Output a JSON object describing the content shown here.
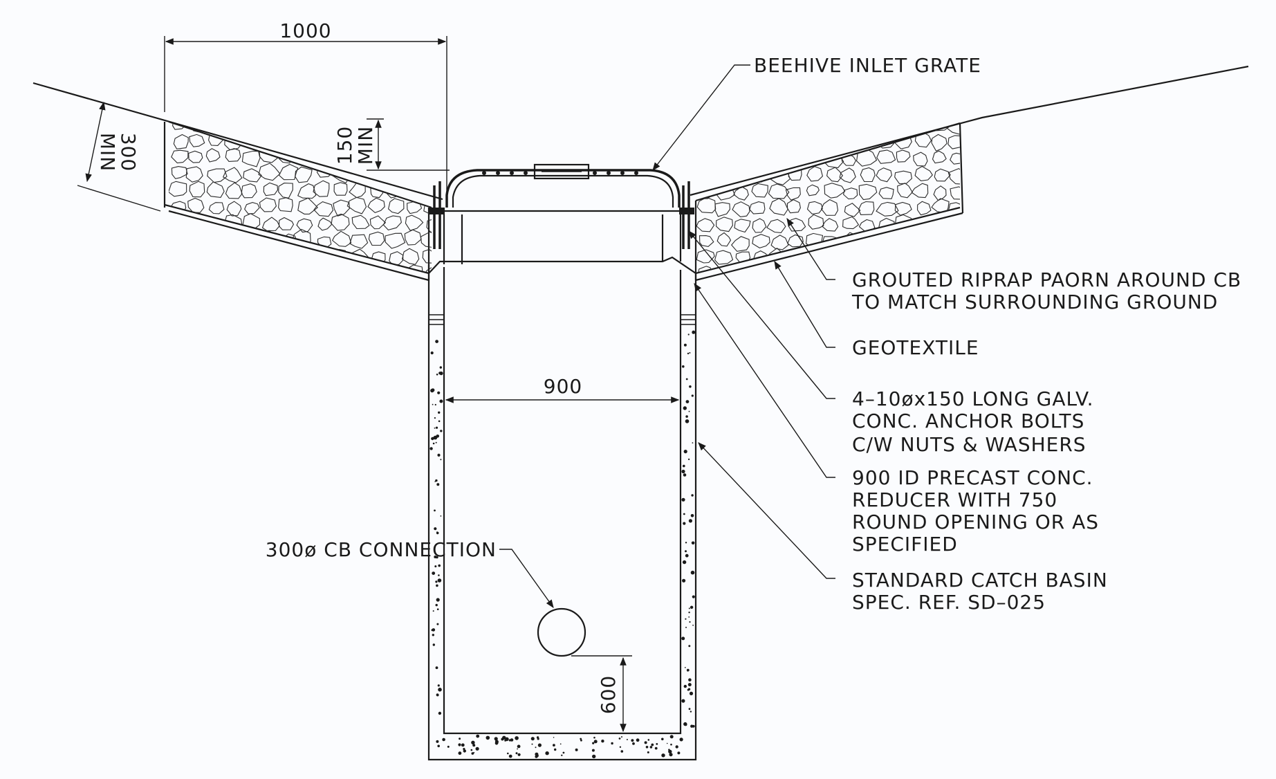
{
  "colors": {
    "background": "#fbfcfe",
    "ink": "#1a1a1a"
  },
  "dimensions": {
    "width_1000": "1000",
    "height_150": "150",
    "min_a": "MIN",
    "depth_300": "300",
    "min_b": "MIN",
    "inner_900": "900",
    "pipe_600": "600"
  },
  "labels": {
    "beehive": "BEEHIVE INLET GRATE",
    "riprap_1": "GROUTED RIPRAP PAORN AROUND CB",
    "riprap_2": "TO MATCH SURROUNDING GROUND",
    "geotextile": "GEOTEXTILE",
    "bolts_1": "4–10øx150 LONG GALV.",
    "bolts_2": "CONC. ANCHOR BOLTS",
    "bolts_3": "C/W NUTS & WASHERS",
    "reducer_1": "900 ID PRECAST CONC.",
    "reducer_2": "REDUCER WITH 750",
    "reducer_3": "ROUND OPENING OR AS",
    "reducer_4": "SPECIFIED",
    "basin_1": "STANDARD CATCH BASIN",
    "basin_2": "SPEC. REF. SD–025",
    "connection": "300ø CB CONNECTION"
  }
}
